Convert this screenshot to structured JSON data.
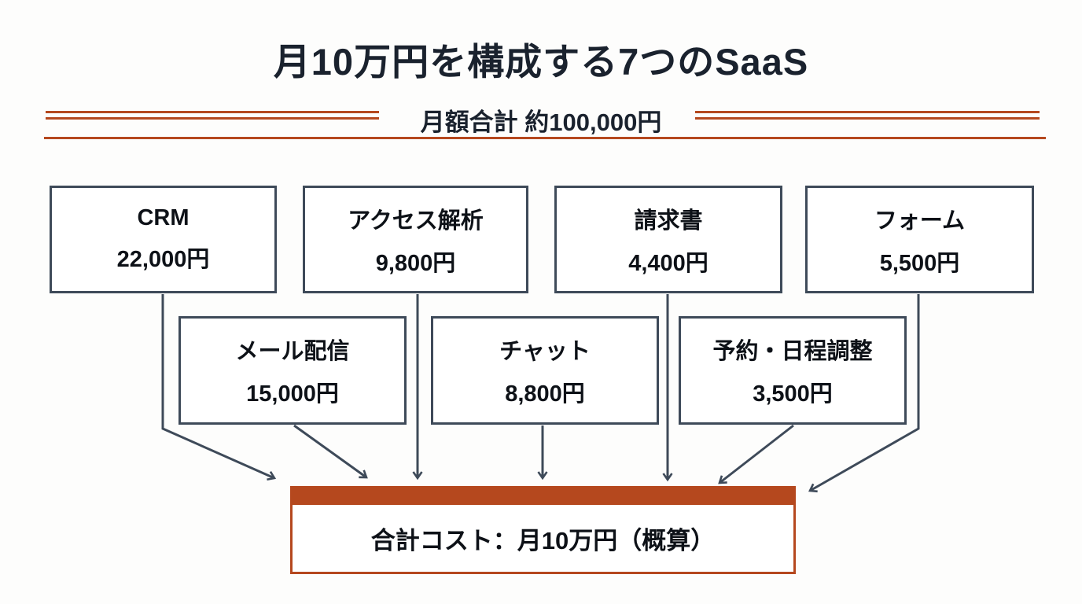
{
  "header": {
    "title": "月10万円を構成する7つのSaaS",
    "subtitle": "月額合計 約100,000円"
  },
  "services": [
    {
      "name": "CRM",
      "price": "22,000円"
    },
    {
      "name": "アクセス解析",
      "price": "9,800円"
    },
    {
      "name": "請求書",
      "price": "4,400円"
    },
    {
      "name": "フォーム",
      "price": "5,500円"
    },
    {
      "name": "メール配信",
      "price": "15,000円"
    },
    {
      "name": "チャット",
      "price": "8,800円"
    },
    {
      "name": "予約・日程調整",
      "price": "3,500円"
    }
  ],
  "total": {
    "label": "合計コスト：月10万円（概算）"
  },
  "colors": {
    "accent": "#b5481e",
    "line": "#3e4a59",
    "text": "#1a222e",
    "background": "#fdfdfc"
  }
}
